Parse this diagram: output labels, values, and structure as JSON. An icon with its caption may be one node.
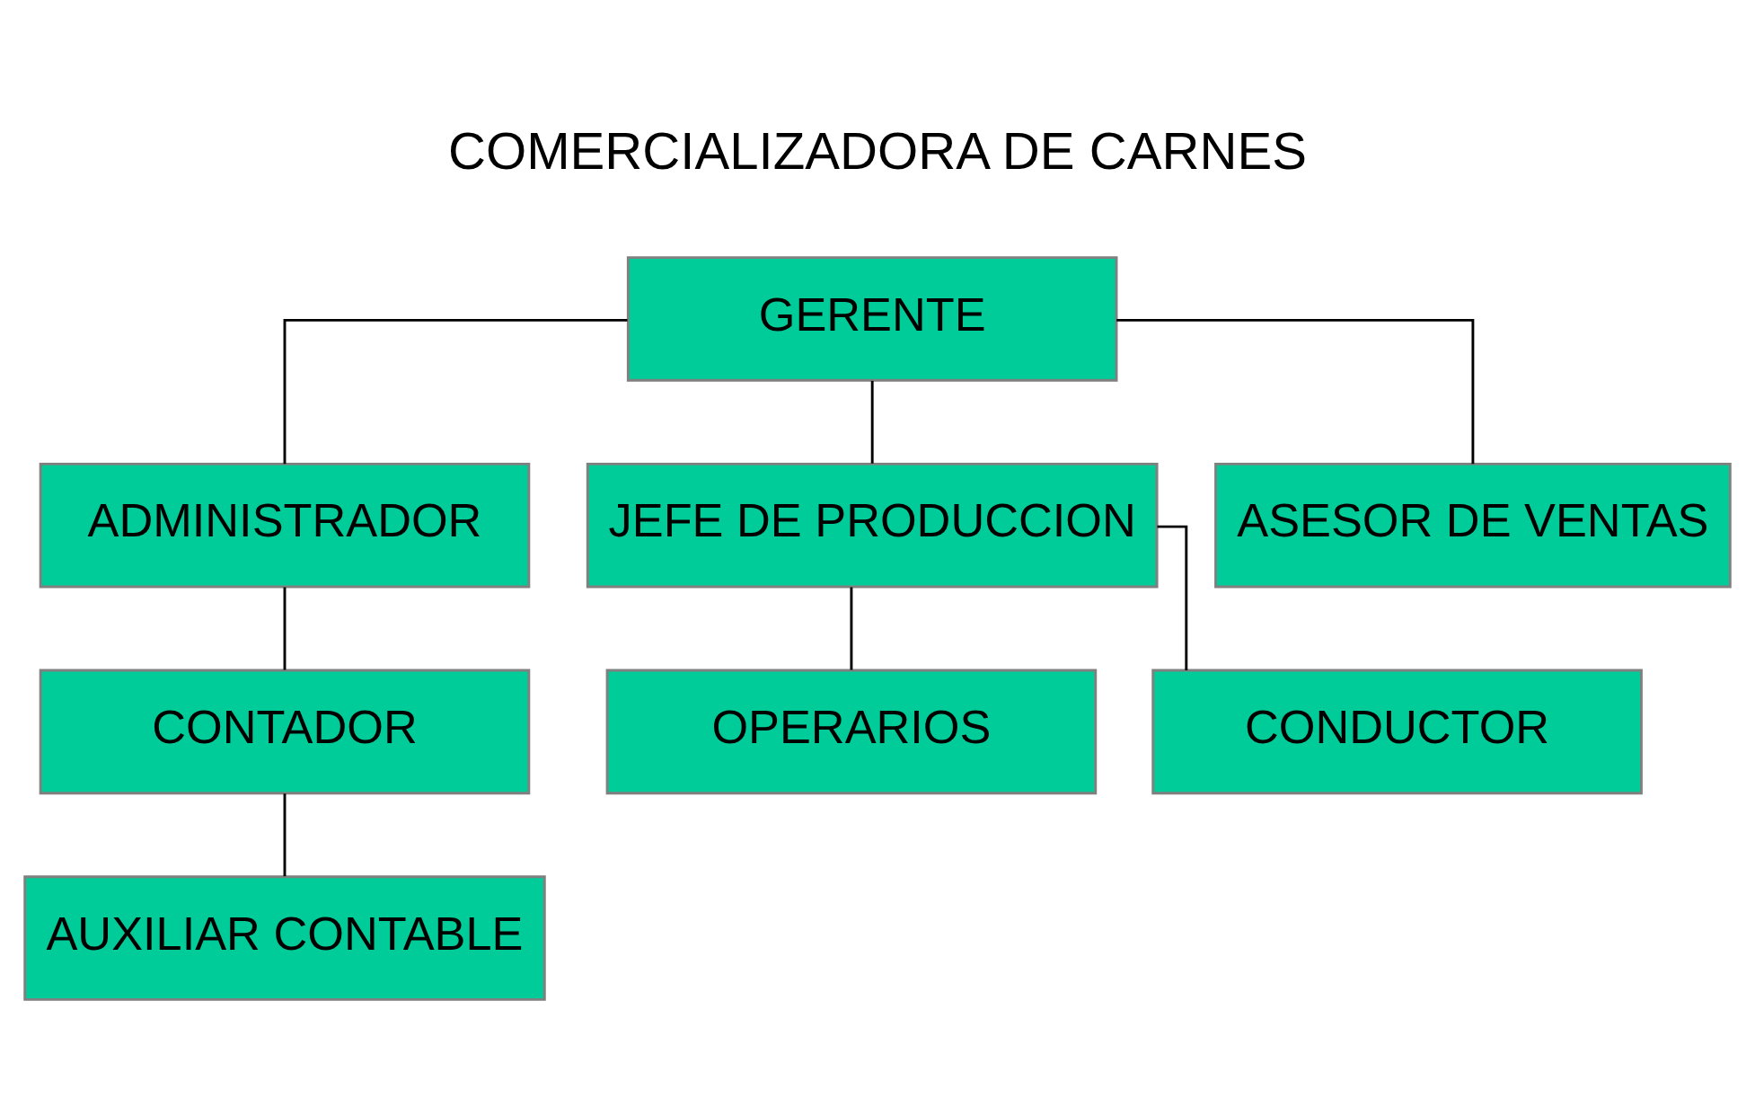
{
  "diagram": {
    "title": "COMERCIALIZADORA DE CARNES",
    "nodes": [
      {
        "text": [
          "GERENTE"
        ]
      },
      {
        "text": [
          "ADMINISTRADOR"
        ]
      },
      {
        "text": [
          "JEFE DE PRODUCCION"
        ]
      },
      {
        "text": [
          "ASESOR DE VENTAS"
        ]
      },
      {
        "text": [
          "CONTADOR"
        ]
      },
      {
        "text": [
          "OPERARIOS"
        ]
      },
      {
        "text": [
          "CONDUCTOR"
        ]
      },
      {
        "text": [
          "AUXILIAR CONTABLE"
        ]
      }
    ],
    "edges": [
      {
        "from": 0,
        "to": 1,
        "arrow": "none"
      },
      {
        "from": 0,
        "to": 2,
        "arrow": "none"
      },
      {
        "from": 0,
        "to": 3,
        "arrow": "none"
      },
      {
        "from": 1,
        "to": 4,
        "arrow": "none"
      },
      {
        "from": 2,
        "to": 5,
        "arrow": "none"
      },
      {
        "from": 2,
        "to": 6,
        "arrow": "none"
      },
      {
        "from": 4,
        "to": 7,
        "arrow": "none"
      }
    ]
  }
}
